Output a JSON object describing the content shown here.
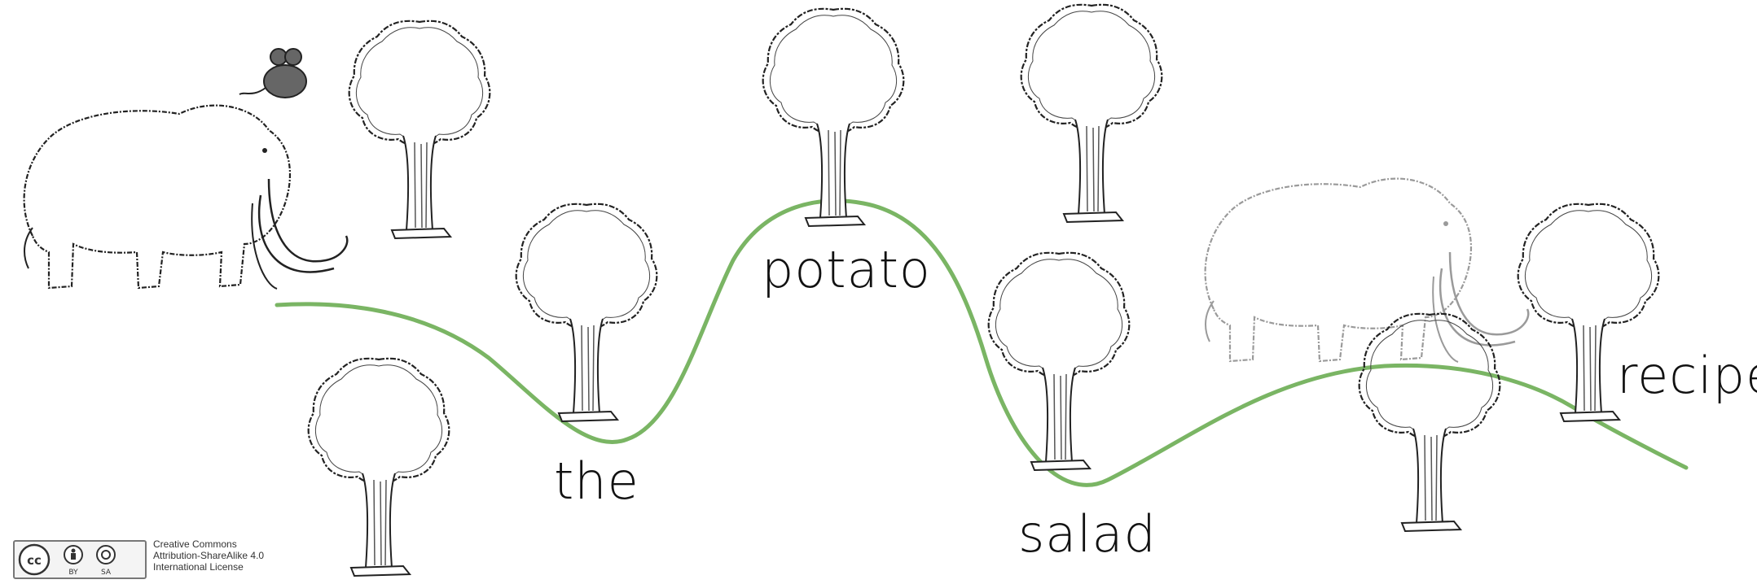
{
  "path_words": [
    "the",
    "potato",
    "salad",
    "recipe"
  ],
  "license": {
    "badge_labels": [
      "BY",
      "SA"
    ],
    "line1": "Creative Commons",
    "line2": "Attribution-ShareAlike 4.0",
    "line3": "International License"
  },
  "colors": {
    "path": "#7ab564",
    "ink": "#222222",
    "faded_ink": "#9a9a9a"
  },
  "icons": [
    "mammoth-icon",
    "mouse-icon",
    "tree-icon",
    "cc-icon",
    "by-icon",
    "sa-icon"
  ]
}
